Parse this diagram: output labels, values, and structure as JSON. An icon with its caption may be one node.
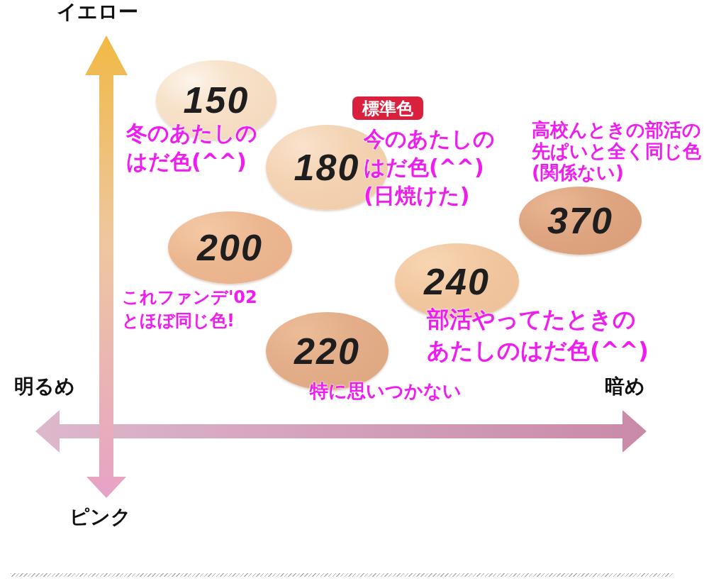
{
  "diagram": {
    "nodes": [
      {
        "text": [
          "150"
        ],
        "beside": [
          "冬のあたしのはだ色(^^)"
        ]
      },
      {
        "text": [
          "標準色"
        ]
      },
      {
        "text": [
          "180"
        ],
        "beside": [
          "今のあたしのはだ色(^^)(日焼けた)"
        ]
      },
      {
        "text": [
          "370"
        ],
        "beside": [
          "高校んときの部活の先ぱいと全く同じ色(関係ない)"
        ]
      },
      {
        "text": [
          "200"
        ],
        "beside": [
          "これファンデ'02とほぼ同じ色!"
        ]
      },
      {
        "text": [
          "240"
        ],
        "beside": [
          "部活やってたときのあたしのはだ色(^^)"
        ]
      },
      {
        "text": [
          "220"
        ],
        "beside": [
          "特に思いつかない"
        ]
      }
    ],
    "labels": [
      "イエロー",
      "明るめ",
      "暗め",
      "ピンク"
    ]
  }
}
